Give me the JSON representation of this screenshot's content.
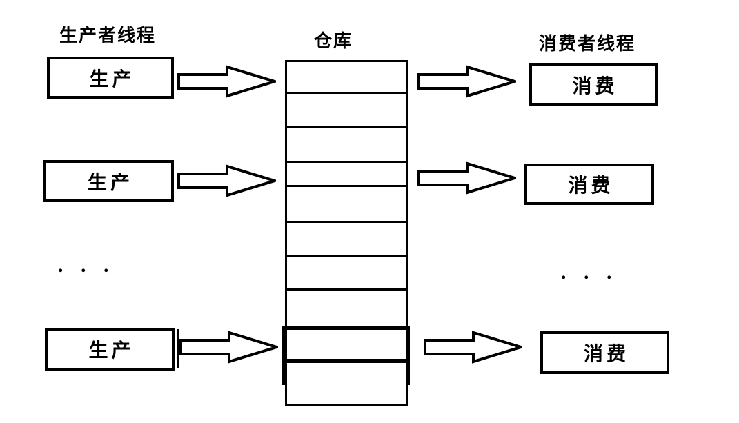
{
  "producers": {
    "header": "生产者线程",
    "boxes": [
      {
        "label": "生产"
      },
      {
        "label": "生产"
      },
      {
        "label": "生产"
      }
    ],
    "ellipsis": ". . ."
  },
  "warehouse": {
    "header": "仓库",
    "cell_count": 10,
    "thick_border_cells": [
      9,
      10
    ]
  },
  "consumers": {
    "header": "消费者线程",
    "boxes": [
      {
        "label": "消费"
      },
      {
        "label": "消费"
      },
      {
        "label": "消费"
      }
    ],
    "ellipsis": ". . ."
  },
  "icons": {
    "arrow": "block-arrow-right-icon"
  },
  "colors": {
    "line": "#000000",
    "background": "#ffffff"
  }
}
